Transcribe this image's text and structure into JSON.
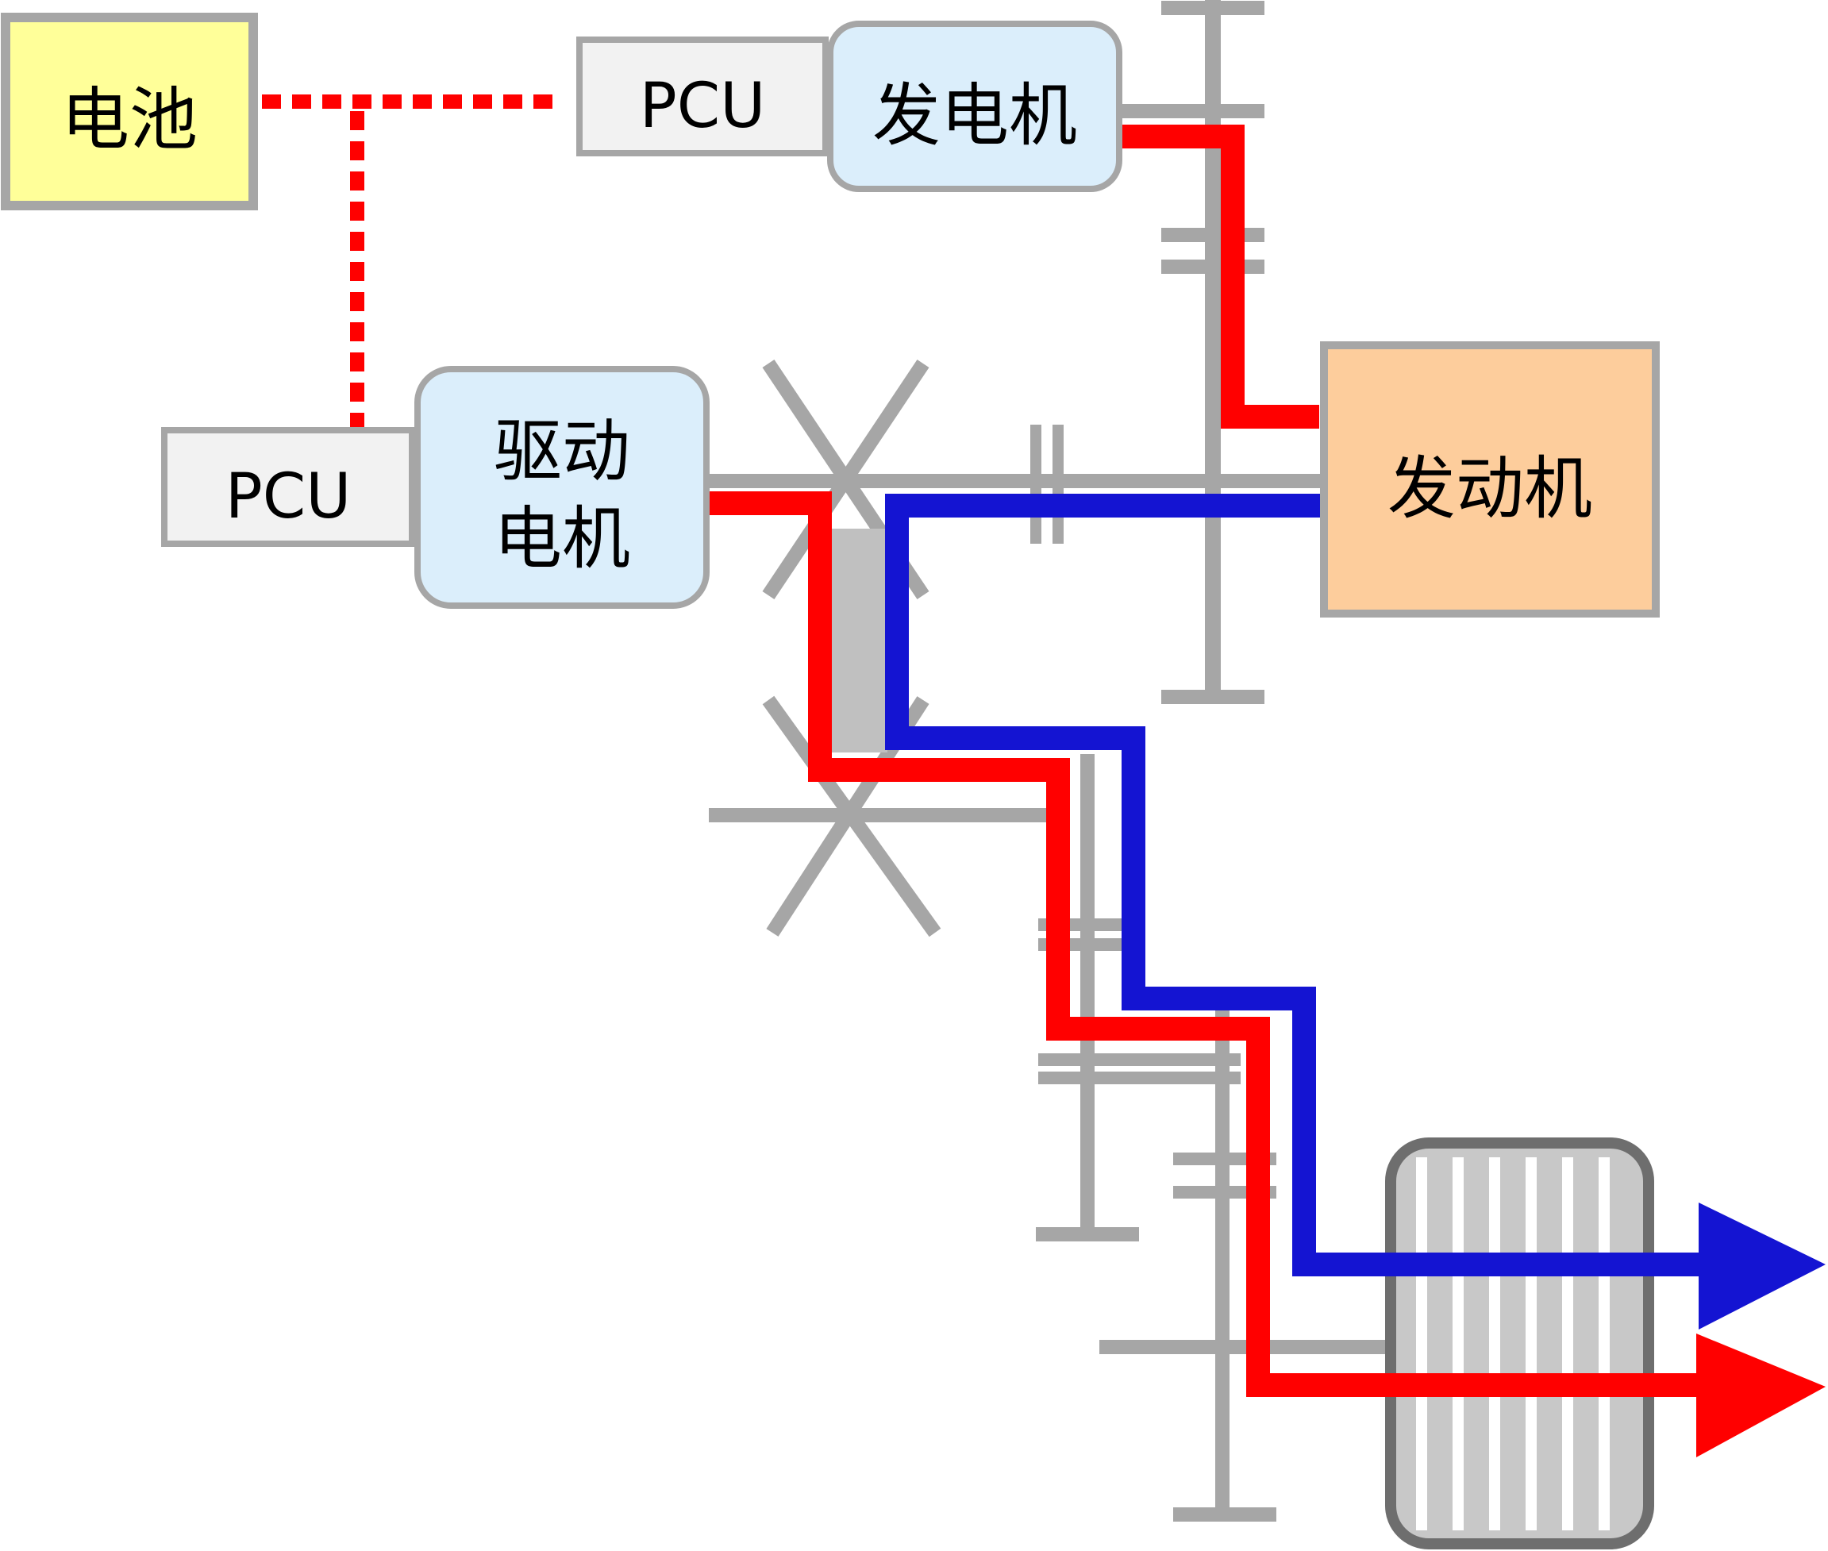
{
  "boxes": {
    "battery": "电池",
    "pcu_top": "PCU",
    "generator": "发电机",
    "pcu_left": "PCU",
    "drive_motor_line1": "驱动",
    "drive_motor_line2": "电机",
    "engine": "发动机"
  },
  "colors": {
    "battery_fill": "#ffff99",
    "pcu_fill": "#f2f2f2",
    "motor_fill": "#dbeefb",
    "engine_fill": "#fdcd9c",
    "mechanism_gray": "#a6a6a6",
    "electric_path": "#ff0000",
    "engine_path": "#1414d2",
    "electric_link": "#ff0000"
  }
}
